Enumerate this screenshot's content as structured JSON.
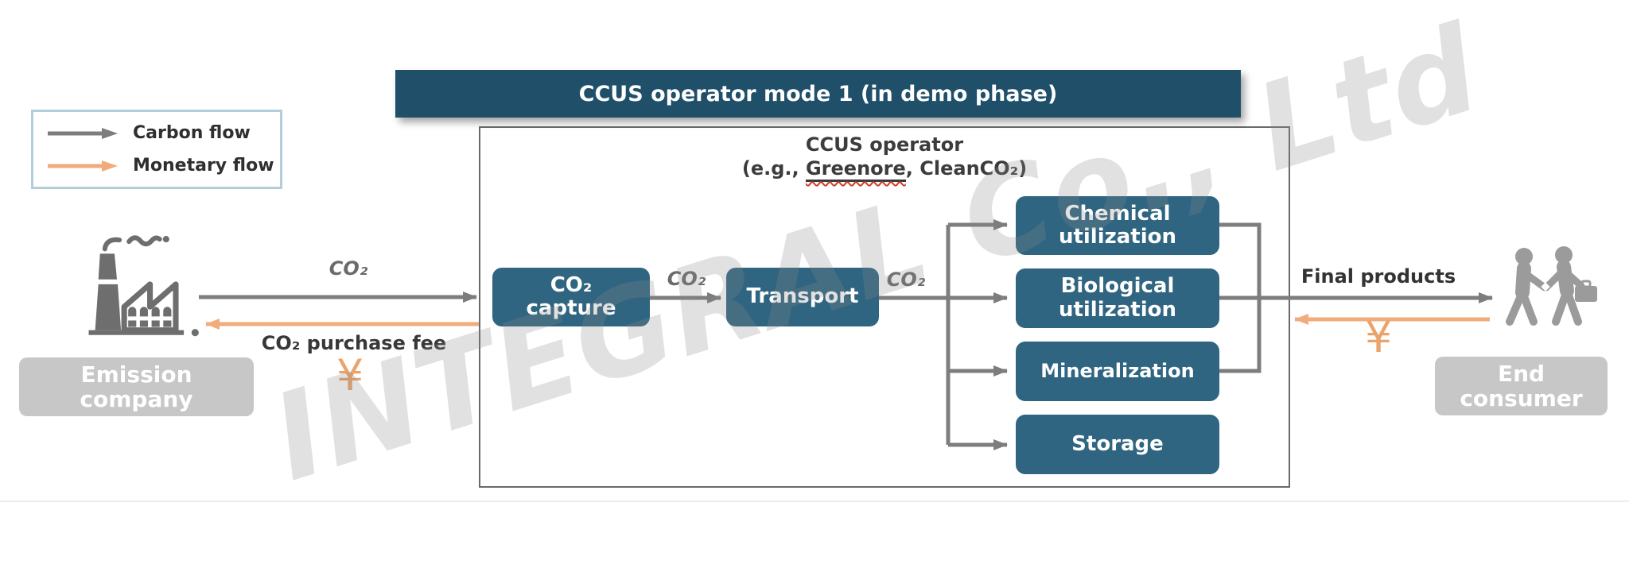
{
  "title_bar": {
    "label": "CCUS operator mode 1 (in demo phase)"
  },
  "legend": {
    "items": [
      {
        "label": "Carbon flow",
        "color": "#7d7d7d"
      },
      {
        "label": "Monetary flow",
        "color": "#f0ad7b"
      }
    ]
  },
  "operator": {
    "title": "CCUS operator",
    "subtitle_prefix": "(e.g., ",
    "company_1": "Greenore",
    "subtitle_separator": ", ",
    "company_2": "CleanCO₂",
    "subtitle_suffix": ")"
  },
  "process_nodes": {
    "capture": "CO₂ capture",
    "transport": "Transport",
    "destinations": [
      "Chemical utilization",
      "Biological utilization",
      "Mineralization",
      "Storage"
    ]
  },
  "entities": {
    "emission_company": "Emission company",
    "end_consumer": "End consumer"
  },
  "flow_labels": {
    "co2": "CO₂",
    "purchase_fee": "CO₂ purchase fee",
    "final_products": "Final products",
    "yen_symbol": "¥"
  },
  "watermark": {
    "text": "INTEGRAL Co., Ltd"
  },
  "colors": {
    "title_bar_bg": "#1f4f69",
    "node_bg": "#2f6581",
    "carbon_flow": "#7d7d7d",
    "monetary_flow": "#f0ad7b",
    "badge_bg": "#c7c7c7",
    "legend_border": "#b3cedb",
    "yen": "#eba36a",
    "spellcheck_red": "#d03a2a"
  }
}
